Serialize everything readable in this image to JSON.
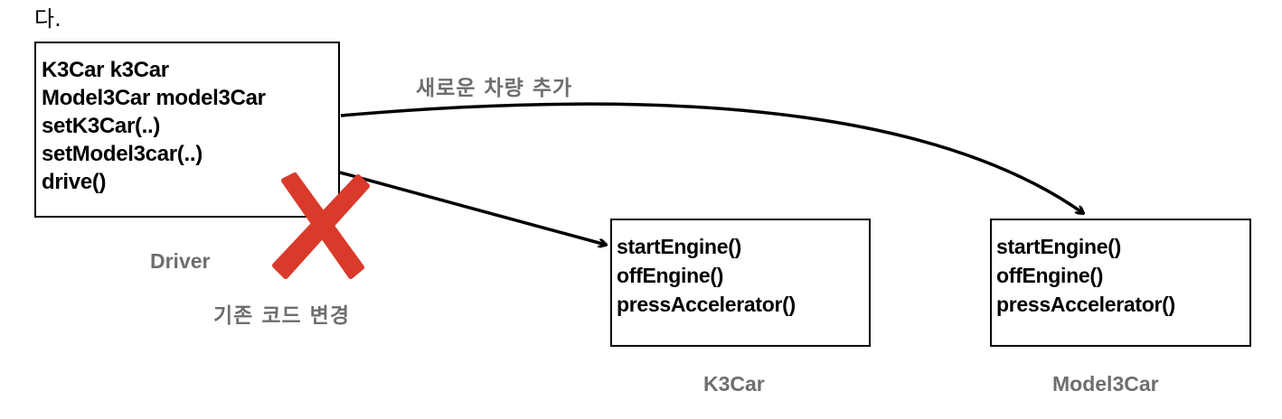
{
  "intro_text": "다.",
  "driver": {
    "fields": [
      "K3Car k3Car",
      "Model3Car model3Car",
      "setK3Car(..)",
      "setModel3car(..)",
      "drive()"
    ],
    "label": "Driver"
  },
  "k3car": {
    "methods": [
      "startEngine()",
      "offEngine()",
      "pressAccelerator()"
    ],
    "label": "K3Car"
  },
  "model3car": {
    "methods": [
      "startEngine()",
      "offEngine()",
      "pressAccelerator()"
    ],
    "label": "Model3Car"
  },
  "annotations": {
    "new_car": "새로운 차량 추가",
    "code_change": "기존 코드 변경"
  },
  "colors": {
    "cross": "#d93a2b",
    "label_gray": "#6e6e6e"
  }
}
